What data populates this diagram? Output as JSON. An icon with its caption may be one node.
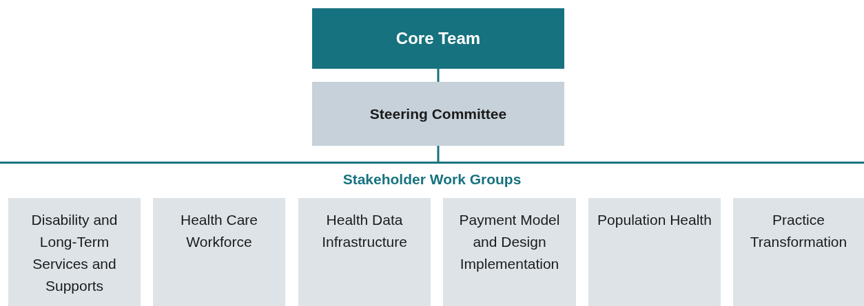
{
  "diagram": {
    "nodes": [
      {
        "text": [
          "Core Team"
        ]
      },
      {
        "text": [
          "Steering Committee"
        ]
      },
      {
        "text": [
          "Stakeholder Work Groups"
        ]
      },
      {
        "text": [
          "Disability and Long-Term Services and Supports"
        ],
        "in": 2
      },
      {
        "text": [
          "Health Care Workforce"
        ],
        "in": 2
      },
      {
        "text": [
          "Health Data Infrastructure"
        ],
        "in": 2
      },
      {
        "text": [
          "Payment Model and Design Implementation"
        ],
        "in": 2
      },
      {
        "text": [
          "Population Health"
        ],
        "in": 2
      },
      {
        "text": [
          "Practice Transformation"
        ],
        "in": 2
      }
    ],
    "edges": [
      {
        "from": 0,
        "to": 1,
        "arrow": "none"
      },
      {
        "from": 1,
        "to": 2,
        "arrow": "none"
      }
    ]
  }
}
